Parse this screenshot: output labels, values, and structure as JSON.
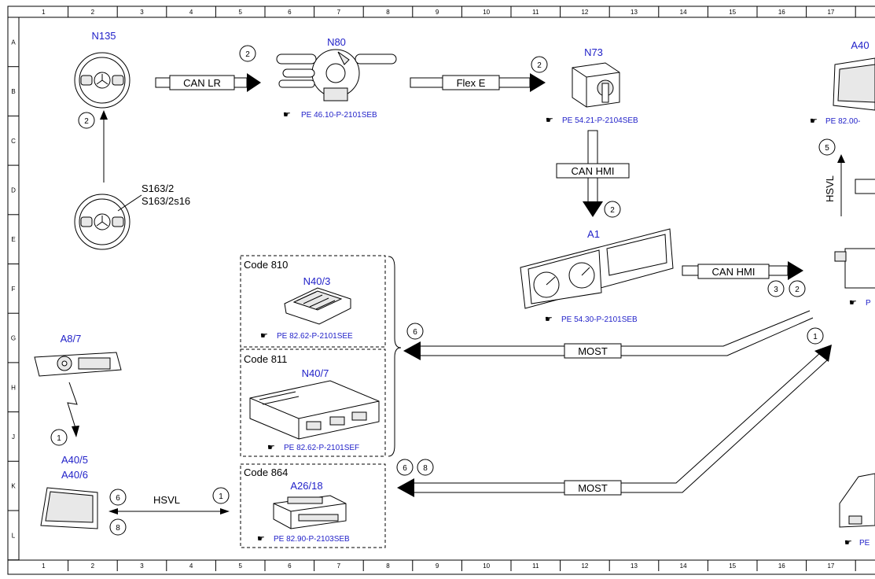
{
  "ruler": {
    "columns": [
      "1",
      "2",
      "3",
      "4",
      "5",
      "6",
      "7",
      "8",
      "9",
      "10",
      "11",
      "12",
      "13",
      "14",
      "15",
      "16",
      "17"
    ],
    "rows": [
      "A",
      "B",
      "C",
      "D",
      "E",
      "F",
      "G",
      "H",
      "J",
      "K",
      "L"
    ]
  },
  "components": {
    "n135": {
      "id": "N135"
    },
    "n80": {
      "id": "N80",
      "ref": "PE 46.10-P-2101SEB"
    },
    "n73": {
      "id": "N73",
      "ref": "PE 54.21-P-2104SEB"
    },
    "a40": {
      "id": "A40",
      "ref": "PE 82.00-"
    },
    "s163": {
      "id_line1": "S163/2",
      "id_line2": "S163/2s16"
    },
    "a1": {
      "id": "A1",
      "ref": "PE 54.30-P-2101SEB"
    },
    "a8_7": {
      "id": "A8/7"
    },
    "a40_5": {
      "id_line1": "A40/5",
      "id_line2": "A40/6"
    },
    "right_edge_ref_f": {
      "ref": "P"
    },
    "right_edge_ref_l": {
      "ref": "PE"
    }
  },
  "code_blocks": [
    {
      "code": "Code 810",
      "id": "N40/3",
      "ref": "PE 82.62-P-2101SEE"
    },
    {
      "code": "Code 811",
      "id": "N40/7",
      "ref": "PE 82.62-P-2101SEF"
    },
    {
      "code": "Code 864",
      "id": "A26/18",
      "ref": "PE 82.90-P-2103SEB"
    }
  ],
  "buses": {
    "can_lr": "CAN LR",
    "flex_e": "Flex E",
    "can_hmi_down": "CAN HMI",
    "can_hmi_right": "CAN HMI",
    "most_upper": "MOST",
    "most_lower": "MOST",
    "hsvl_right": "HSVL",
    "hsvl_bottom": "HSVL"
  },
  "markers": {
    "m_n80_in": "2",
    "m_n73_in": "2",
    "m_n135": "2",
    "m_can_hmi_down": "2",
    "m_a1_out_3": "3",
    "m_a1_out_2": "2",
    "m_a40_5": "5",
    "m_most_upper_6": "6",
    "m_most_right_1": "1",
    "m_a8_7": "1",
    "m_most_lower_6": "6",
    "m_most_lower_8": "8",
    "m_hsvl_6": "6",
    "m_hsvl_8": "8",
    "m_hsvl_1": "1"
  },
  "ref_icon": "pointing-hand-icon"
}
